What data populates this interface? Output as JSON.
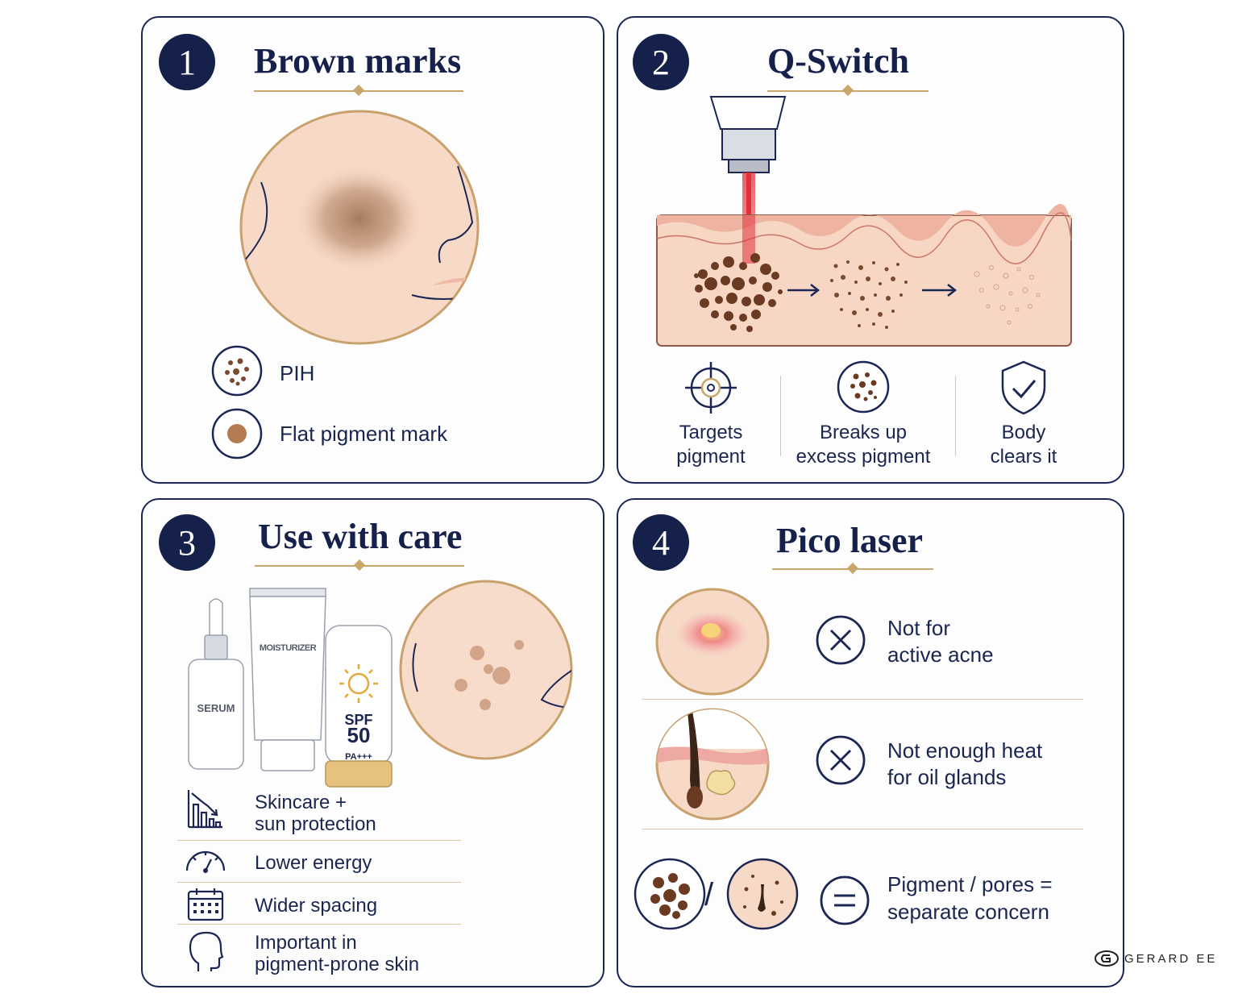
{
  "panels": [
    {
      "number": "1",
      "title": "Brown marks",
      "legend": [
        {
          "label": "PIH",
          "icon": "dots-circle-icon"
        },
        {
          "label": "Flat pigment mark",
          "icon": "solid-dot-icon"
        }
      ]
    },
    {
      "number": "2",
      "title": "Q-Switch",
      "steps": [
        {
          "line1": "Targets",
          "line2": "pigment",
          "icon": "target-icon"
        },
        {
          "line1": "Breaks up",
          "line2": "excess pigment",
          "icon": "dots-circle-icon"
        },
        {
          "line1": "Body",
          "line2": "clears it",
          "icon": "shield-check-icon"
        }
      ]
    },
    {
      "number": "3",
      "title": "Use with care",
      "products": {
        "serum": "SERUM",
        "moisturizer": "MOISTURIZER",
        "spf": "SPF",
        "spf_value": "50",
        "pa": "PA+++"
      },
      "items": [
        {
          "line1": "Skincare +",
          "line2": "sun protection",
          "icon": "chart-down-icon"
        },
        {
          "line1": "Lower energy",
          "line2": "",
          "icon": "gauge-icon"
        },
        {
          "line1": "Wider spacing",
          "line2": "",
          "icon": "calendar-icon"
        },
        {
          "line1": "Important in",
          "line2": "pigment-prone skin",
          "icon": "head-icon"
        }
      ]
    },
    {
      "number": "4",
      "title": "Pico laser",
      "rows": [
        {
          "line1": "Not for",
          "line2": "active acne",
          "icon": "x-circle-icon"
        },
        {
          "line1": "Not enough heat",
          "line2": "for oil glands",
          "icon": "x-circle-icon"
        },
        {
          "line1": "Pigment / pores =",
          "line2": "separate concern",
          "icon": "equals-circle-icon"
        }
      ]
    }
  ],
  "watermark": "GERARD EE",
  "colors": {
    "navy": "#16214b",
    "gold": "#c9a76a",
    "skin": "#f7dccb",
    "pigment": "#6b3a22",
    "laser": "#e0303a"
  }
}
